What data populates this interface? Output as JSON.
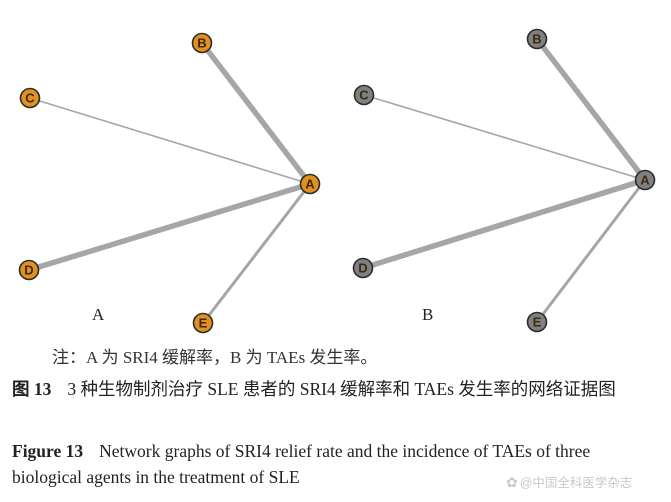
{
  "panels": [
    {
      "label": "A",
      "node_color": "#E3901E",
      "nodes": [
        "A",
        "B",
        "C",
        "D",
        "E"
      ],
      "edges": [
        {
          "from": "A",
          "to": "B",
          "weight": "thick"
        },
        {
          "from": "A",
          "to": "C",
          "weight": "thin"
        },
        {
          "from": "A",
          "to": "D",
          "weight": "thick"
        },
        {
          "from": "A",
          "to": "E",
          "weight": "medium"
        }
      ]
    },
    {
      "label": "B",
      "node_color": "#808080",
      "nodes": [
        "A",
        "B",
        "C",
        "D",
        "E"
      ],
      "edges": [
        {
          "from": "A",
          "to": "B",
          "weight": "thick"
        },
        {
          "from": "A",
          "to": "C",
          "weight": "thin"
        },
        {
          "from": "A",
          "to": "D",
          "weight": "thick"
        },
        {
          "from": "A",
          "to": "E",
          "weight": "medium"
        }
      ]
    }
  ],
  "note": "注：A 为 SRI4 缓解率，B 为 TAEs 发生率。",
  "caption_zh": {
    "number": "图 13",
    "text": "3 种生物制剂治疗 SLE 患者的 SRI4 缓解率和 TAEs 发生率的网络证据图"
  },
  "caption_en": {
    "number": "Figure 13",
    "text": "Network graphs of SRI4 relief rate and the incidence of TAEs of three biological agents in the treatment of SLE"
  },
  "watermark": "@中国全科医学杂志"
}
